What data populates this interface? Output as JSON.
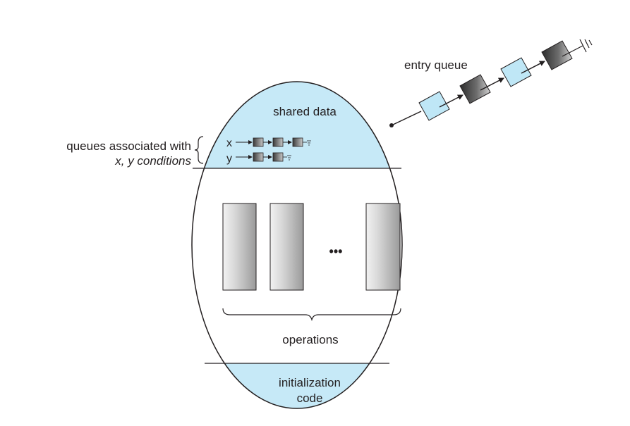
{
  "labels": {
    "entry_queue": "entry queue",
    "shared_data": "shared data",
    "queues_line1": "queues associated with",
    "queues_line2": "x, y conditions",
    "x": "x",
    "y": "y",
    "operations": "operations",
    "ellipsis": "•••",
    "init_line1": "initialization",
    "init_line2": "code"
  },
  "colors": {
    "region_fill": "#c6e9f7",
    "stroke": "#231f20",
    "light_box": "#bfe7f6",
    "dark_box": "#4a4a4a"
  }
}
